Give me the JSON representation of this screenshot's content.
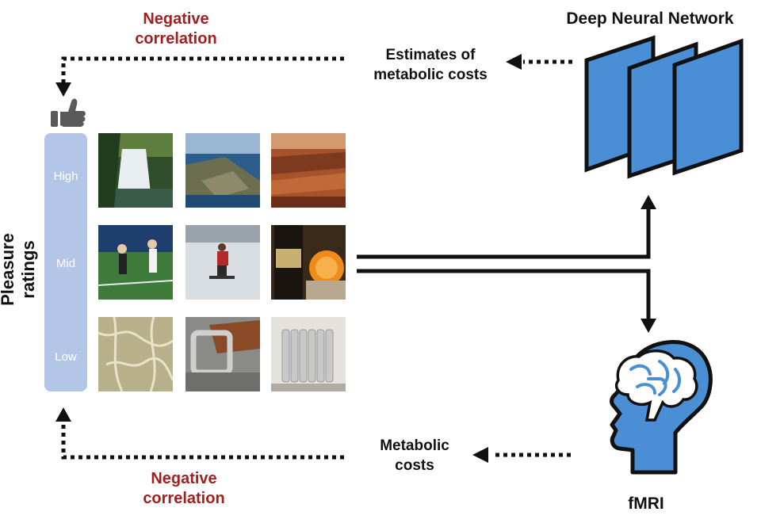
{
  "top_correlation": {
    "line1": "Negative",
    "line2": "correlation"
  },
  "bottom_correlation": {
    "line1": "Negative",
    "line2": "correlation"
  },
  "estimates_label": {
    "line1": "Estimates of",
    "line2": "metabolic costs"
  },
  "metabolic_label": {
    "line1": "Metabolic",
    "line2": "costs"
  },
  "dnn_title": "Deep Neural Network",
  "fmri_title": "fMRI",
  "axis_title": "Pleasure ratings",
  "ratings": [
    "High",
    "Mid",
    "Low"
  ],
  "image_tiles": [
    [
      "waterfall",
      "coastal island",
      "red canyon"
    ],
    [
      "tennis players",
      "snowboarder",
      "beer and orange"
    ],
    [
      "cracked texture",
      "belt buckle",
      "radiator heater"
    ]
  ],
  "colors": {
    "accent_red": "#a4201f",
    "network_blue": "#4a8fd6",
    "rating_bar": "#b4c6e7",
    "head_blue": "#4a8fd6"
  },
  "icons": [
    "thumbs-up-icon",
    "neural-network-icon",
    "head-brain-icon"
  ]
}
